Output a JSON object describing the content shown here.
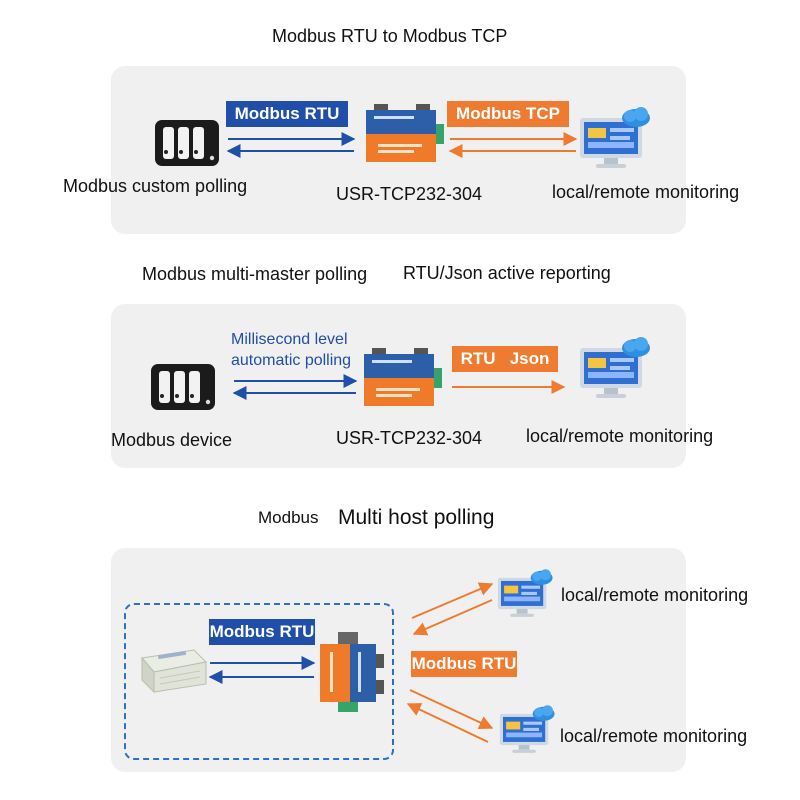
{
  "section1": {
    "title": "Modbus RTU to Modbus TCP",
    "left_label": "Modbus custom polling",
    "device_label": "USR-TCP232-304",
    "right_label": "local/remote monitoring",
    "tag_left": "Modbus RTU",
    "tag_right": "Modbus TCP"
  },
  "section2": {
    "title_left": "Modbus multi-master polling",
    "title_right": "RTU/Json active reporting",
    "note_line1": "Millisecond level",
    "note_line2": "automatic polling",
    "left_label": "Modbus device",
    "device_label": "USR-TCP232-304",
    "right_label": "local/remote monitoring",
    "tag_right": "RTU   Json"
  },
  "section3": {
    "title_small": "Modbus",
    "title_big": "Multi host polling",
    "tag_left": "Modbus RTU",
    "tag_right": "Modbus RTU",
    "top_label": "local/remote monitoring",
    "bottom_label": "local/remote monitoring"
  },
  "colors": {
    "blue": "#1f4fa8",
    "orange": "#ee7b2f",
    "panel": "#f0f0f0",
    "dash": "#2f6fc8"
  },
  "icons": [
    "server-rack-icon",
    "converter-device-icon",
    "monitor-cloud-icon",
    "printer-device-icon"
  ]
}
